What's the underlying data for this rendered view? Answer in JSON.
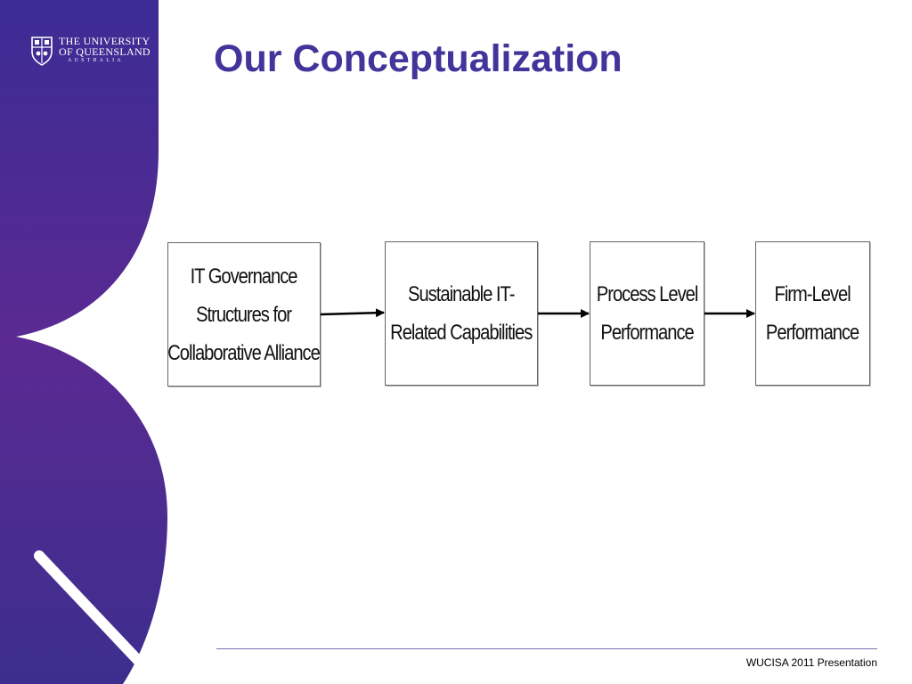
{
  "logo": {
    "line1": "THE UNIVERSITY",
    "line2": "OF QUEENSLAND",
    "line3": "AUSTRALIA"
  },
  "title": "Our Conceptualization",
  "diagram": {
    "nodes": [
      {
        "id": "governance",
        "lines": [
          "IT Governance",
          "Structures for",
          "Collaborative Alliance"
        ]
      },
      {
        "id": "capabilities",
        "lines": [
          "Sustainable IT-",
          "Related Capabilities"
        ]
      },
      {
        "id": "process",
        "lines": [
          "Process Level",
          "Performance"
        ]
      },
      {
        "id": "firm",
        "lines": [
          "Firm-Level",
          "Performance"
        ]
      }
    ],
    "edges": [
      {
        "from": "governance",
        "to": "capabilities"
      },
      {
        "from": "capabilities",
        "to": "process"
      },
      {
        "from": "process",
        "to": "firm"
      }
    ]
  },
  "footer": "WUCISA 2011 Presentation",
  "colors": {
    "brand_purple": "#41349a",
    "sidebar_purple": "#4a2d8f"
  }
}
